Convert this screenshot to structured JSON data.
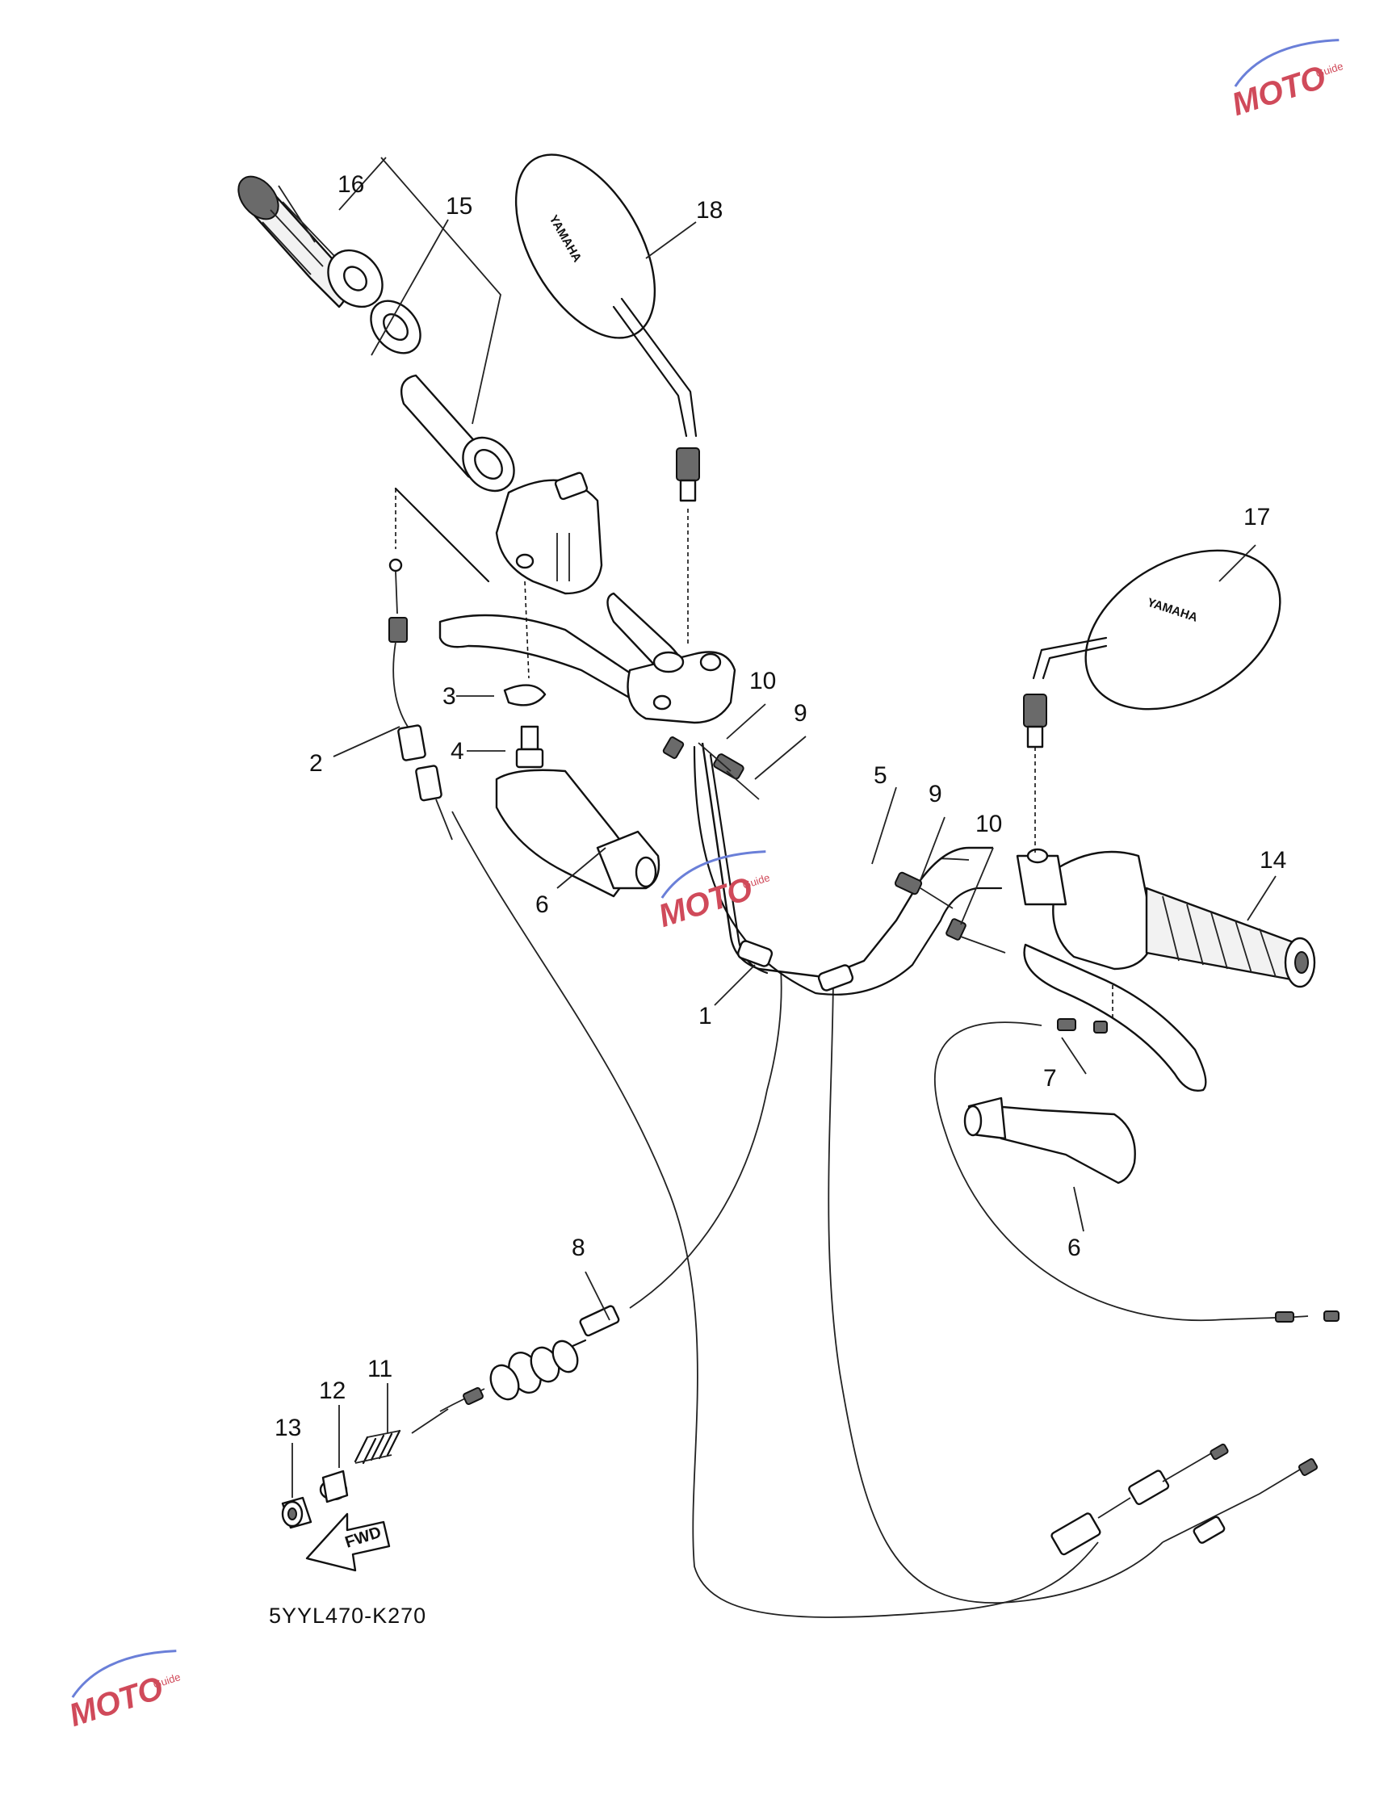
{
  "diagram": {
    "code": "5YYL470-K270",
    "fwd_label": "FWD",
    "mirror_brand": "YAMAHA",
    "callouts": [
      {
        "id": "c1",
        "text": "1"
      },
      {
        "id": "c2",
        "text": "2"
      },
      {
        "id": "c3",
        "text": "3"
      },
      {
        "id": "c4",
        "text": "4"
      },
      {
        "id": "c5",
        "text": "5"
      },
      {
        "id": "c6a",
        "text": "6"
      },
      {
        "id": "c6b",
        "text": "6"
      },
      {
        "id": "c7",
        "text": "7"
      },
      {
        "id": "c8",
        "text": "8"
      },
      {
        "id": "c9a",
        "text": "9"
      },
      {
        "id": "c9b",
        "text": "9"
      },
      {
        "id": "c10a",
        "text": "10"
      },
      {
        "id": "c10b",
        "text": "10"
      },
      {
        "id": "c11",
        "text": "11"
      },
      {
        "id": "c12",
        "text": "12"
      },
      {
        "id": "c13",
        "text": "13"
      },
      {
        "id": "c14",
        "text": "14"
      },
      {
        "id": "c15",
        "text": "15"
      },
      {
        "id": "c16",
        "text": "16"
      },
      {
        "id": "c17",
        "text": "17"
      },
      {
        "id": "c18",
        "text": "18"
      }
    ]
  },
  "watermarks": [
    {
      "text": "MOTO",
      "subtext": "Guide"
    },
    {
      "text": "MOTO",
      "subtext": "Guide"
    },
    {
      "text": "MOTO",
      "subtext": "Guide"
    }
  ],
  "colors": {
    "watermark_red": "#d04a5a",
    "watermark_blue": "#6a7fd8",
    "ink": "#111111"
  }
}
